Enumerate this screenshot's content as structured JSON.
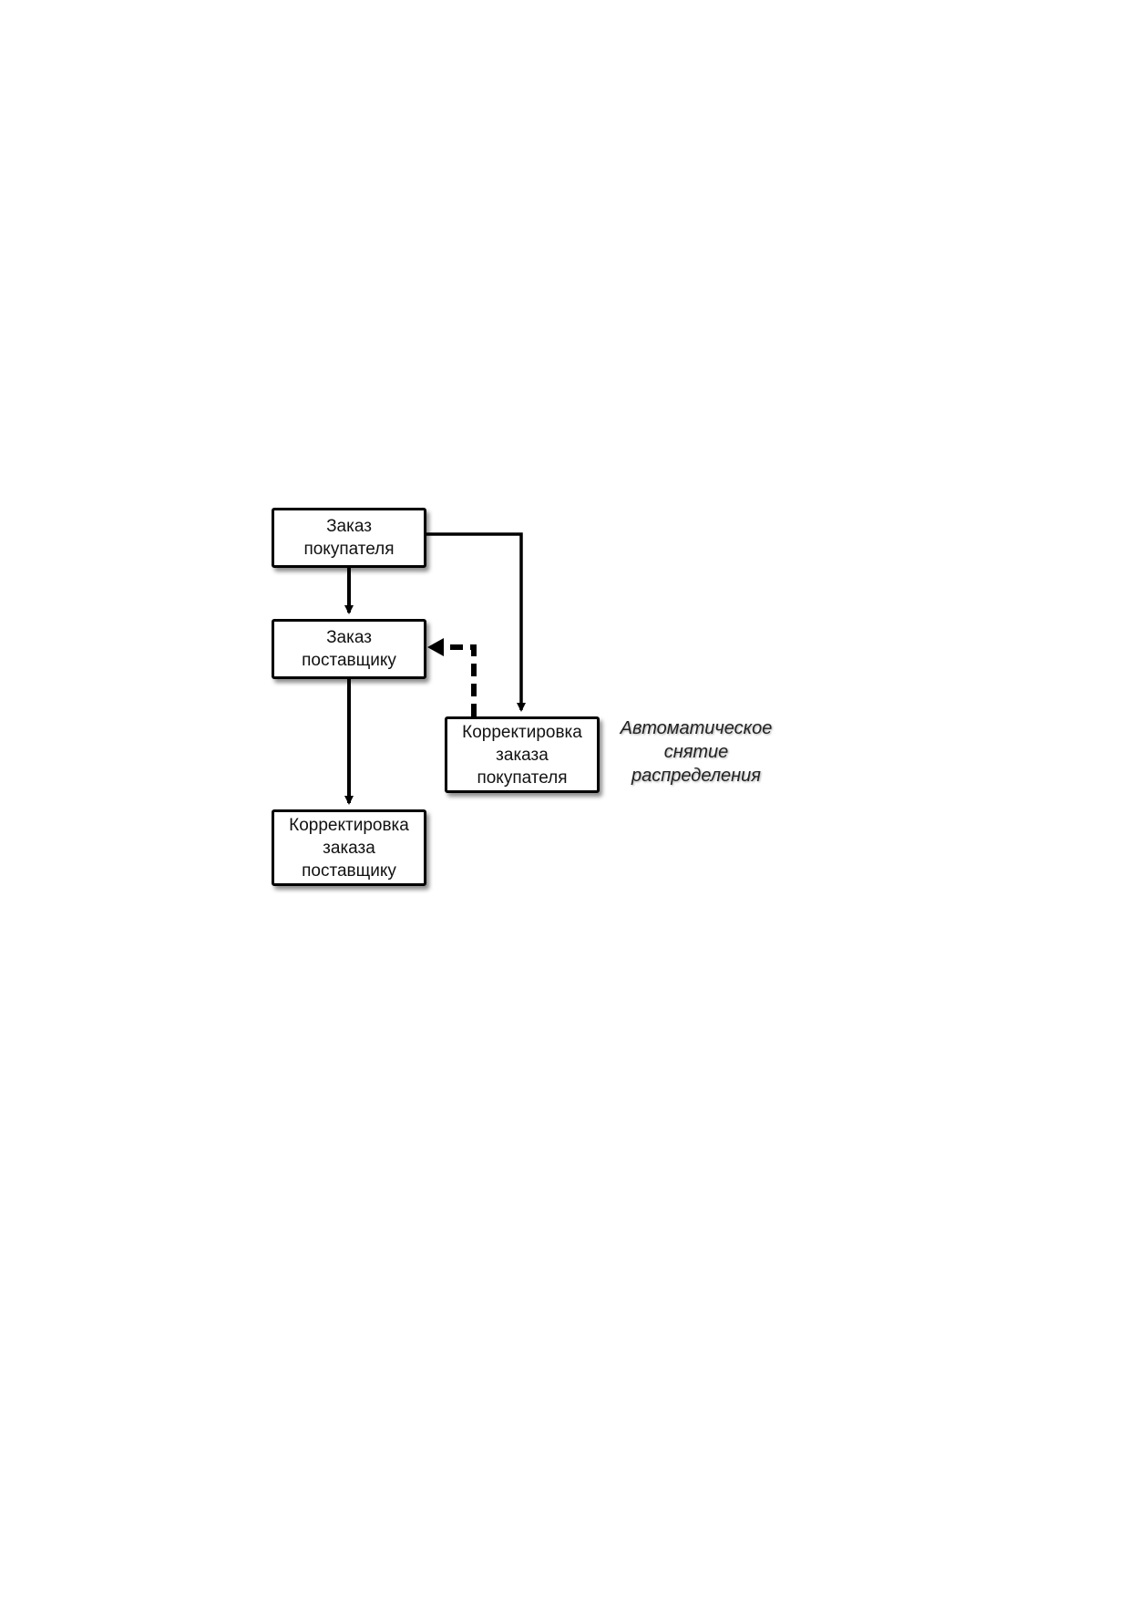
{
  "nodes": {
    "customer_order": {
      "lines": [
        "Заказ",
        "покупателя"
      ]
    },
    "supplier_order": {
      "lines": [
        "Заказ",
        "поставщику"
      ]
    },
    "customer_order_correction": {
      "lines": [
        "Корректировка",
        "заказа",
        "покупателя"
      ]
    },
    "supplier_order_correction": {
      "lines": [
        "Корректировка",
        "заказа",
        "поставщику"
      ]
    }
  },
  "annotation": {
    "lines": [
      "Автоматическое",
      "снятие",
      "распределения"
    ]
  },
  "edges": [
    {
      "from": "customer_order",
      "to": "supplier_order",
      "style": "solid"
    },
    {
      "from": "customer_order",
      "to": "customer_order_correction",
      "style": "solid"
    },
    {
      "from": "supplier_order",
      "to": "supplier_order_correction",
      "style": "solid"
    },
    {
      "from": "customer_order_correction",
      "to": "supplier_order",
      "style": "dashed"
    }
  ],
  "colors": {
    "stroke": "#000000",
    "text": "#111111",
    "background": "#ffffff"
  }
}
